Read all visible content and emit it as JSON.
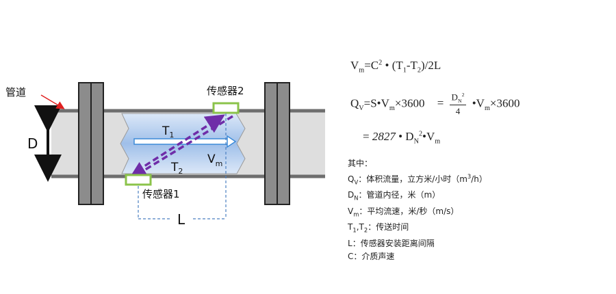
{
  "labels": {
    "pipe": "管道",
    "diameter": "D",
    "sensor1": "传感器1",
    "sensor2": "传感器2",
    "t1_base": "T",
    "t1_sub": "1",
    "t2_base": "T",
    "t2_sub": "2",
    "vm_base": "V",
    "vm_sub": "m",
    "length": "L"
  },
  "colors": {
    "pipe_wall": "#6e6e6e",
    "pipe_fill": "#dedede",
    "flange": "#8c8c8c",
    "fluid_blue": "#bdd3f2",
    "arrow_purple": "#6f2da8",
    "sensor_green": "#8bc34a",
    "dim_blue": "#4a7fc1",
    "pointer_red": "#e02020"
  },
  "formulas": {
    "f1": {
      "a": "V",
      "a_sub": "m",
      "b": "=C",
      "b_sup": "2",
      "c": " • (T",
      "c_sub": "1",
      "d": "-T",
      "d_sub": "2",
      "e": ")/2L"
    },
    "f2": {
      "a": "Q",
      "a_sub": "V",
      "b": "=S•V",
      "b_sub": "m",
      "c": "×3600",
      "eq": "=",
      "num": "D",
      "num_sub": "N",
      "num_sup": "2",
      "den": "4",
      "d": " •V",
      "d_sub": "m",
      "e": "×3600"
    },
    "f3": {
      "eq": "=",
      "a": "2827",
      "b": " • D",
      "b_sub": "N",
      "b_sup": "2",
      "c": "•V",
      "c_sub": "m"
    }
  },
  "legend": {
    "title": "其中：",
    "items": [
      {
        "sym": "Q",
        "sub": "V",
        "text": "：体积流量，立方米/小时（m",
        "sup": "3",
        "tail": "/h）"
      },
      {
        "sym": "D",
        "sub": "N",
        "text": "：管道内径，米（m）"
      },
      {
        "sym": "V",
        "sub": "m",
        "text": "：平均流速，米/秒（m/s）"
      },
      {
        "sym": "T",
        "sub": "1",
        "text": ",T",
        "sub2": "2",
        "tail": "：传送时间"
      },
      {
        "sym": "L",
        "text": "：传感器安装距离间隔"
      },
      {
        "sym": "C",
        "text": "：介质声速"
      }
    ]
  }
}
